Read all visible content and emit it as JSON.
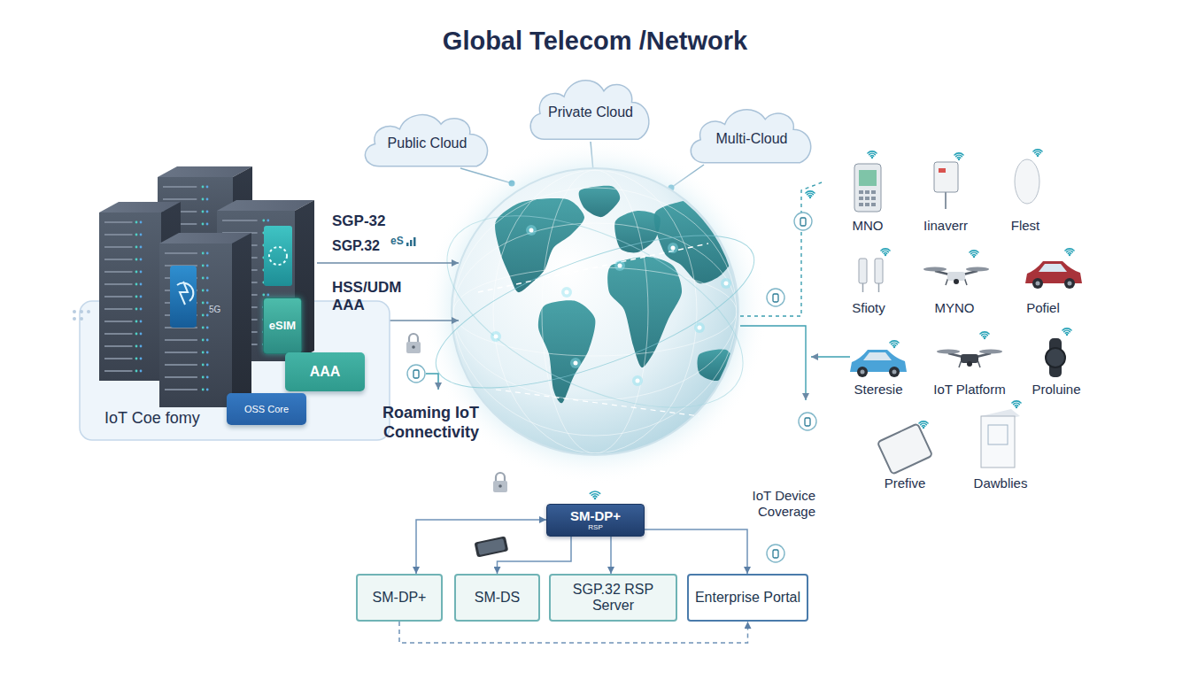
{
  "diagram": {
    "title": "Global Telecom /Network",
    "nodes": [
      {
        "text": [
          "Public Cloud"
        ]
      },
      {
        "text": [
          "Private Cloud"
        ]
      },
      {
        "text": [
          "Multi-Cloud"
        ]
      },
      {
        "text": [
          "IoT Coe fomy"
        ]
      },
      {
        "text": [
          "eSIM"
        ],
        "in": 3
      },
      {
        "text": [
          "AAA"
        ],
        "in": 3
      },
      {
        "text": [
          "OSS Core"
        ],
        "in": 3
      },
      {
        "text": [
          "SM-DP+",
          "RSP"
        ]
      },
      {
        "text": [
          "SM-DP+"
        ]
      },
      {
        "text": [
          "SM-DS"
        ]
      },
      {
        "text": [
          "SGP.32 RSP Server"
        ]
      },
      {
        "text": [
          "Enterprise Portal"
        ]
      }
    ],
    "edges": [
      {
        "from": 7,
        "to": 8,
        "arrow": "both"
      },
      {
        "from": 7,
        "to": 9,
        "arrow": "to"
      },
      {
        "from": 7,
        "to": 10,
        "arrow": "to"
      },
      {
        "from": 7,
        "to": 11,
        "arrow": "to"
      },
      {
        "from": 8,
        "to": 11,
        "arrow": "to"
      }
    ],
    "labels": [
      "SGP-32",
      "SGP.32",
      "eS",
      "HSS/UDM",
      "AAA",
      "5G",
      "Roaming IoT Connectivity",
      "MNO",
      "Iinaverr",
      "Flest",
      "Sfioty",
      "MYNO",
      "Pofiel",
      "Steresie",
      "IoT Platform",
      "Proluine",
      "IoT Device Coverage",
      "Prefive",
      "Dawblies"
    ]
  }
}
